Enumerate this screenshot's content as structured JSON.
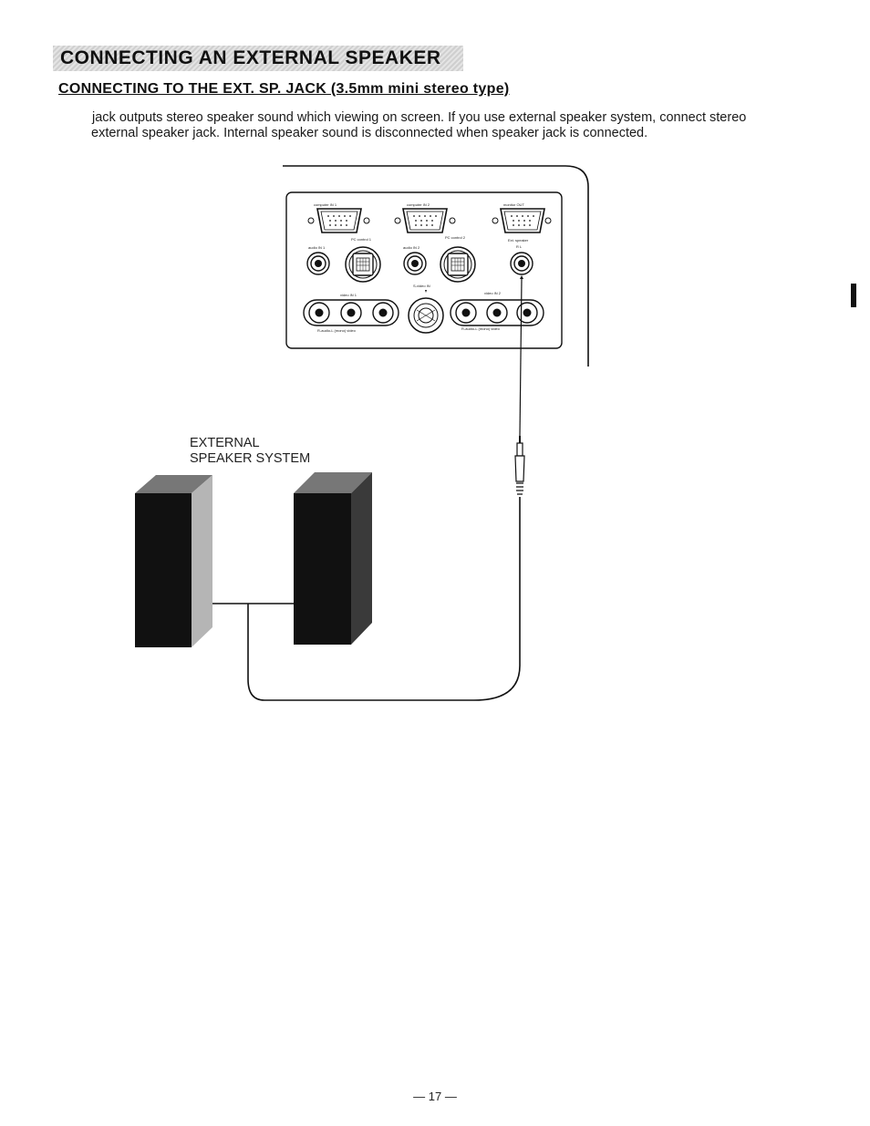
{
  "page": {
    "section_title": "CONNECTING AN EXTERNAL SPEAKER",
    "subsection_title": "CONNECTING TO THE EXT. SP. JACK  (3.5mm mini stereo type)",
    "body_lines": [
      "jack outputs stereo speaker sound which viewing on screen. If you use external speaker system, connect stereo",
      "external speaker jack. Internal speaker sound is disconnected when speaker jack is connected."
    ],
    "page_number": "— 17 —"
  },
  "diagram": {
    "panel_labels": {
      "computer_in_1": "computer IN 1",
      "computer_in_2": "computer IN 2",
      "monitor_out": "monitor OUT",
      "pc_control_1": "PC control 1",
      "pc_control_2": "PC control 2",
      "audio_in_1": "audio IN 1",
      "audio_in_2": "audio IN 2",
      "ext_speaker": "Ext. speaker",
      "ext_speaker_sub": "R  L",
      "video_in_1": "video IN 1",
      "video_in_2": "video IN 2",
      "s_video_in": "S-video IN",
      "row_labels_1": "R-audio-L (mono)    video",
      "row_labels_2": "R-audio-L (mono)     video"
    },
    "speaker_caption": [
      "EXTERNAL",
      "SPEAKER SYSTEM"
    ]
  }
}
